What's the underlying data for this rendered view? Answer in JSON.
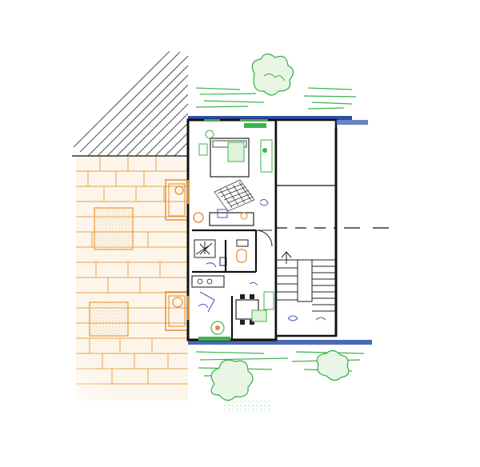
{
  "drawing": {
    "style": "hand-drawn architectural floor plan sketch",
    "colors": {
      "ink": "#1a1a1a",
      "paving_orange": "#e8a24a",
      "paving_fill": "#fbf1e2",
      "garden_green": "#3bb54a",
      "garden_light": "#9fd39a",
      "window_blue": "#2b4fa8",
      "hatch_grey": "#555555",
      "furniture_blue": "#3d5fb0"
    },
    "elements": [
      {
        "name": "roof-hatched-area"
      },
      {
        "name": "terrace-paving"
      },
      {
        "name": "apartment-unit"
      },
      {
        "name": "stair-core"
      },
      {
        "name": "garden-top"
      },
      {
        "name": "garden-bottom"
      }
    ]
  }
}
